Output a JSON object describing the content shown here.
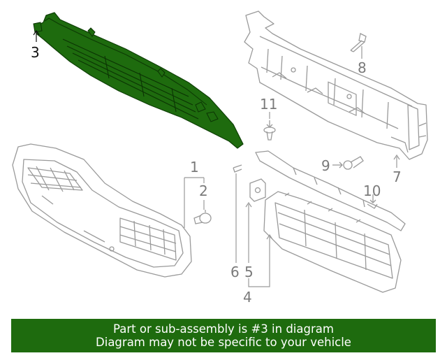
{
  "callouts": {
    "c1": "1",
    "c2": "2",
    "c3": "3",
    "c4": "4",
    "c5": "5",
    "c6": "6",
    "c7": "7",
    "c8": "8",
    "c9": "9",
    "c10": "10",
    "c11": "11"
  },
  "banner": {
    "line1": "Part or sub-assembly is #3 in diagram",
    "line2": "Diagram may not be specific to your vehicle"
  },
  "colors": {
    "highlight": "#1e6b0e",
    "line": "#9a9a9a",
    "banner_bg": "#1e6b0e",
    "banner_text": "#ffffff"
  }
}
